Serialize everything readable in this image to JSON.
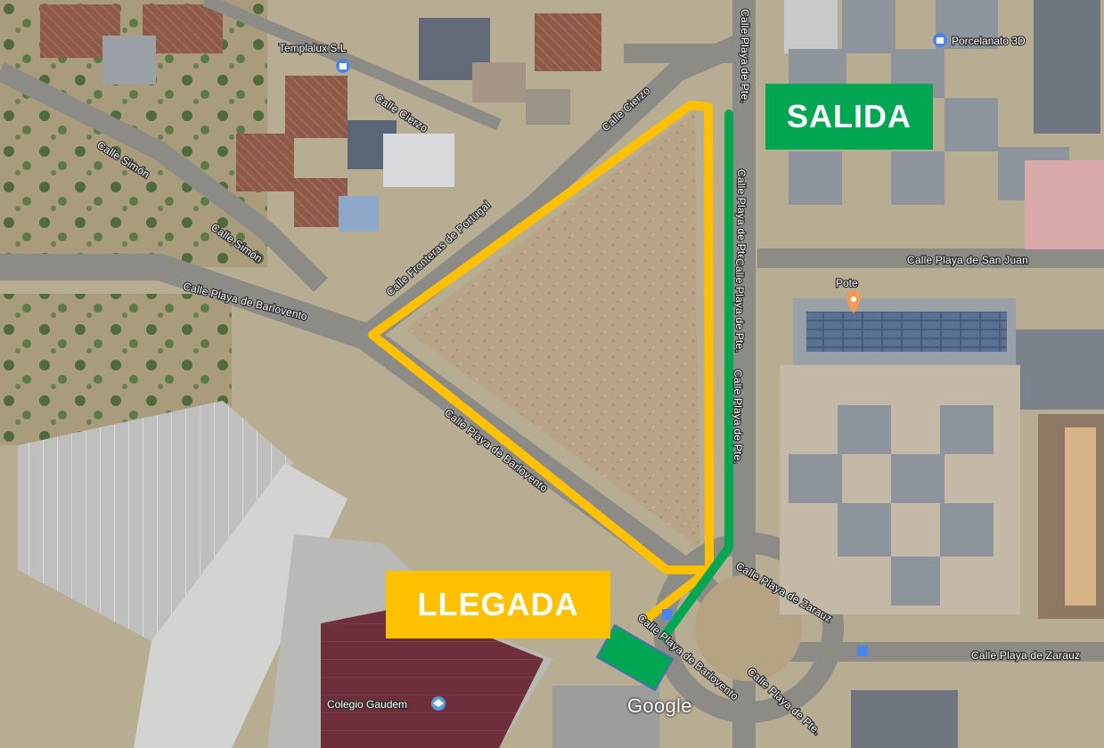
{
  "map": {
    "streets": [
      {
        "label": "Calle Cierzo"
      },
      {
        "label": "Calle Cierzo"
      },
      {
        "label": "Calle Simón"
      },
      {
        "label": "Calle Simón"
      },
      {
        "label": "Calle Fronteras de Portugal"
      },
      {
        "label": "Calle Playa de Barlovento"
      },
      {
        "label": "Calle Playa de Barlovento"
      },
      {
        "label": "Calle Playa de Barlovento"
      },
      {
        "label": "Calle Playa de Pte."
      },
      {
        "label": "Calle Playa de Pte."
      },
      {
        "label": "Calle Playa de Pte."
      },
      {
        "label": "Calle Playa de Pte."
      },
      {
        "label": "Calle Playa de San Juan"
      },
      {
        "label": "Calle Playa de Zarauz"
      },
      {
        "label": "Calle Playa de Zarauz"
      },
      {
        "label": "Calle Playa de Pte."
      }
    ],
    "pois": [
      {
        "label": "Templalux S.L",
        "icon": "shopping-bag-icon",
        "color": "#4a86e8"
      },
      {
        "label": "Porcelanato 3D",
        "icon": "shopping-bag-icon",
        "color": "#4a86e8"
      },
      {
        "label": "Pote",
        "icon": "restaurant-icon",
        "color": "#f29a52"
      },
      {
        "label": "Colegio Gaudem",
        "icon": "school-icon",
        "color": "#5b9bd5"
      }
    ],
    "route_colors": {
      "llegada": "#ffc000",
      "salida": "#00a651"
    },
    "start_banner": {
      "label": "SALIDA",
      "color": "#00a651"
    },
    "finish_banner": {
      "label": "LLEGADA",
      "color": "#ffc000"
    },
    "attribution": "Google"
  }
}
